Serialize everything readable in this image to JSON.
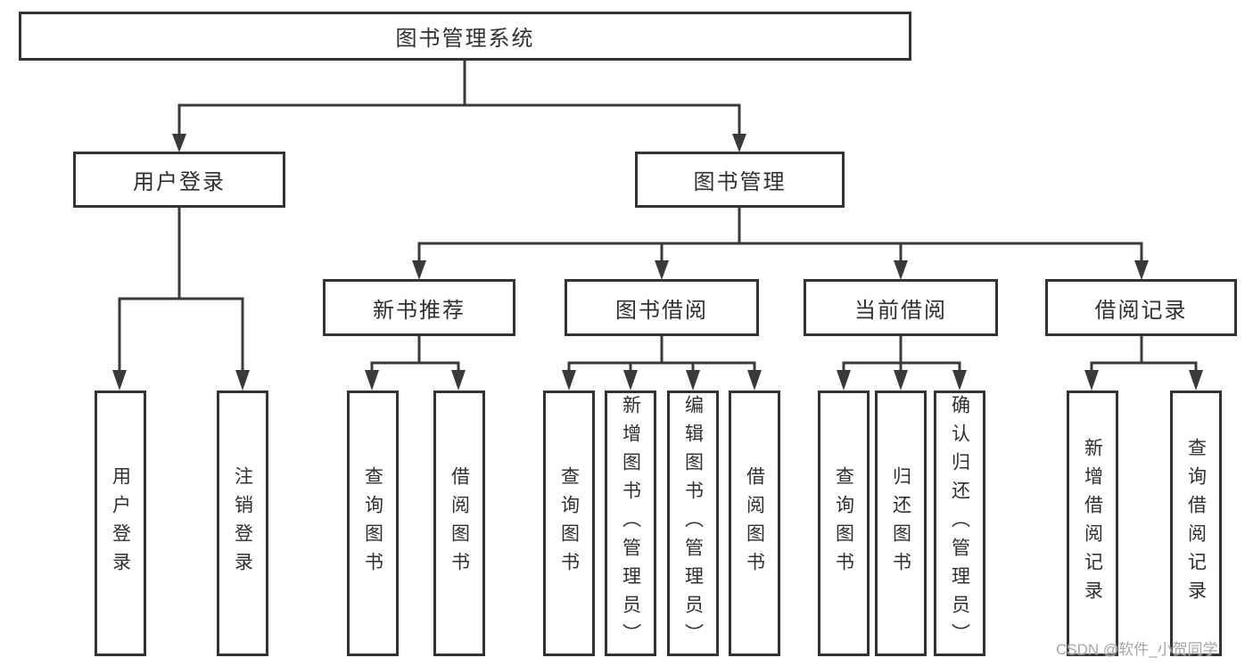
{
  "diagram": {
    "type": "hierarchy-tree",
    "root": "图书管理系统",
    "level2": {
      "user_login": "用户登录",
      "book_mgmt": "图书管理"
    },
    "level3": {
      "new_rec": "新书推荐",
      "borrow": "图书借阅",
      "current": "当前借阅",
      "records": "借阅记录"
    },
    "leaves": {
      "user_login": "用户登录",
      "logout": "注销登录",
      "rec_query": "查询图书",
      "rec_borrow": "借阅图书",
      "bb_query": "查询图书",
      "bb_add": "新增图书（管理员）",
      "bb_edit": "编辑图书（管理员）",
      "bb_borrow": "借阅图书",
      "cb_query": "查询图书",
      "cb_return": "归还图书",
      "cb_confirm": "确认归还（管理员）",
      "br_add": "新增借阅记录",
      "br_query": "查询借阅记录"
    },
    "structure": {
      "图书管理系统": {
        "用户登录": [
          "用户登录",
          "注销登录"
        ],
        "图书管理": {
          "新书推荐": [
            "查询图书",
            "借阅图书"
          ],
          "图书借阅": [
            "查询图书",
            "新增图书（管理员）",
            "编辑图书（管理员）",
            "借阅图书"
          ],
          "当前借阅": [
            "查询图书",
            "归还图书",
            "确认归还（管理员）"
          ],
          "借阅记录": [
            "新增借阅记录",
            "查询借阅记录"
          ]
        }
      }
    }
  },
  "watermark": "CSDN @软件_小贺同学",
  "colors": {
    "line": "#3a3a3a",
    "box_border": "#333333",
    "text": "#2f2f2f",
    "watermark": "#a5a5a5",
    "background": "#ffffff"
  }
}
